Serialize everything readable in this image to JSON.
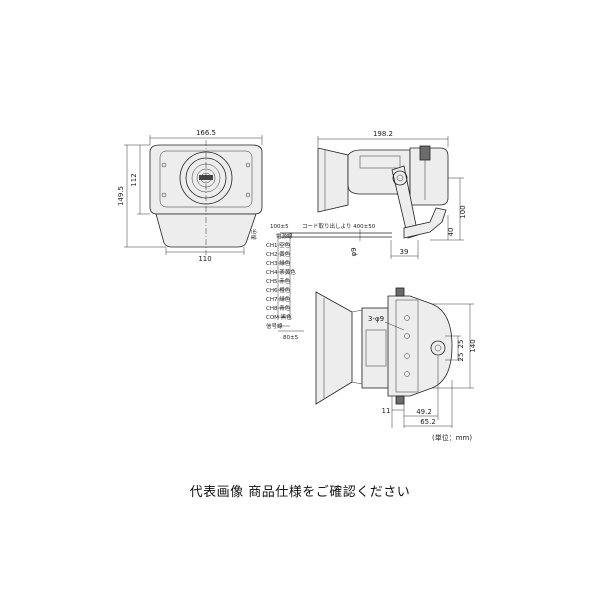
{
  "front_view": {
    "width_label": "166.5",
    "height_label_outer": "149.5",
    "height_label_inner": "112",
    "bottom_width_label": "110"
  },
  "side_view": {
    "depth_label": "198.2",
    "height_label_100": "100",
    "height_label_40": "40",
    "offset_label_39": "39",
    "cable_dia_label": "φ9",
    "cable_length_label": "100±5",
    "cord_label": "コード取り出しより 400±50"
  },
  "wiring": {
    "header": "電源線",
    "header2": "表示",
    "channels": [
      "CH1 空色",
      "CH2 黄色",
      "CH3 緑色",
      "CH4 茶黄色",
      "CH5 赤色",
      "CH6 橙色",
      "CH7 緑色",
      "CH8 青色",
      "COM 黒色",
      "信号線"
    ],
    "bottom_label": "80±5"
  },
  "top_view": {
    "holes_label": "3-φ9",
    "dim_25a": "25",
    "dim_25b": "25",
    "dim_140": "140",
    "dim_11": "11",
    "dim_49_2": "49.2",
    "dim_65_2": "65.2"
  },
  "unit_note": "(単位：mm)",
  "caption": "代表画像 商品仕様をご確認ください"
}
